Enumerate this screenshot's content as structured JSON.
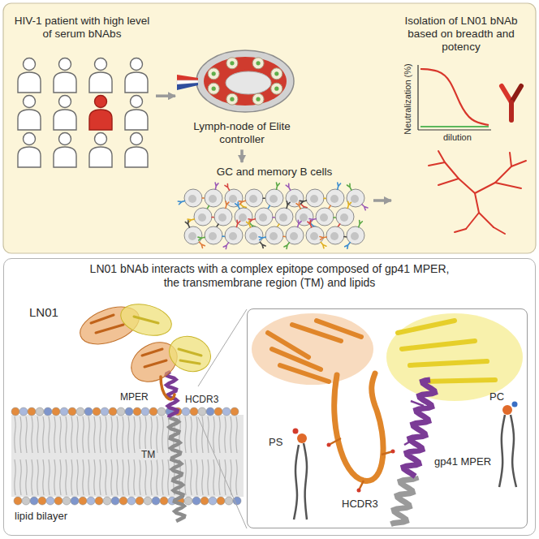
{
  "diagram": {
    "nodes": [
      {
        "text": [
          "HIV-1 patient with high level of serum bNAbs"
        ]
      },
      {
        "text": [
          "Lymph-node of Elite controller"
        ]
      },
      {
        "text": [
          "GC and memory B cells"
        ]
      },
      {
        "text": [
          "Isolation of LN01 bNAb based on breadth and potency"
        ]
      },
      {
        "text": [
          "LN01 bNAb interacts with a complex epitope composed of gp41 MPER, the transmembrane region (TM) and lipids"
        ]
      },
      {
        "text": [
          "PS",
          "PC",
          "gp41 MPER",
          "HCDR3"
        ],
        "in": 4
      }
    ],
    "edges": [
      {
        "from": 0,
        "to": 1,
        "arrow": "to"
      },
      {
        "from": 1,
        "to": 2,
        "arrow": "to"
      },
      {
        "from": 2,
        "to": 3,
        "arrow": "to"
      }
    ],
    "labels": [
      "Neutralization (%)",
      "dilution",
      "LN01",
      "MPER",
      "HCDR3",
      "TM",
      "lipid bilayer"
    ]
  }
}
